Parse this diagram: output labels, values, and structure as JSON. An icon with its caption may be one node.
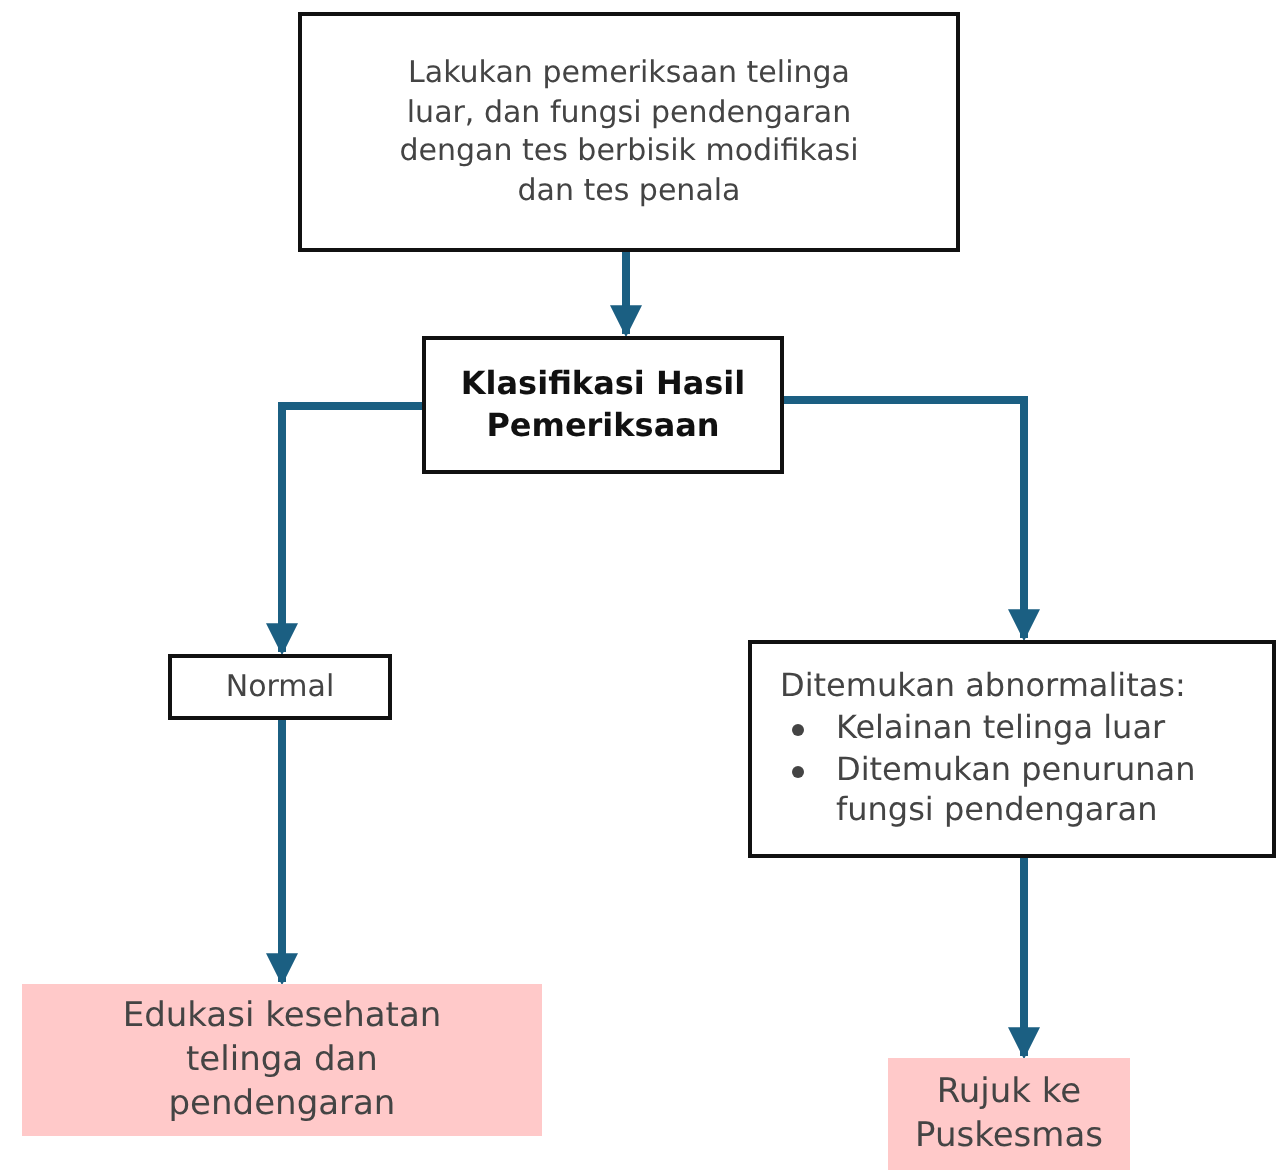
{
  "diagram": {
    "nodes": [
      {
        "text": [
          "Lakukan pemeriksaan telinga luar, dan fungsi pendengaran dengan tes berbisik modifikasi dan tes penala"
        ]
      },
      {
        "text": [
          "Klasifikasi Hasil Pemeriksaan"
        ]
      },
      {
        "text": [
          "Normal"
        ]
      },
      {
        "text": [
          "Ditemukan abnormalitas:",
          "Kelainan telinga luar",
          "Ditemukan penurunan fungsi pendengaran"
        ]
      },
      {
        "text": [
          "Edukasi kesehatan telinga dan pendengaran"
        ]
      },
      {
        "text": [
          "Rujuk ke Puskesmas"
        ]
      }
    ],
    "edges": [
      {
        "from": 0,
        "to": 1,
        "arrow": "to"
      },
      {
        "from": 1,
        "to": 2,
        "arrow": "to"
      },
      {
        "from": 1,
        "to": 3,
        "arrow": "to"
      },
      {
        "from": 2,
        "to": 4,
        "arrow": "to"
      },
      {
        "from": 3,
        "to": 5,
        "arrow": "to"
      }
    ]
  }
}
